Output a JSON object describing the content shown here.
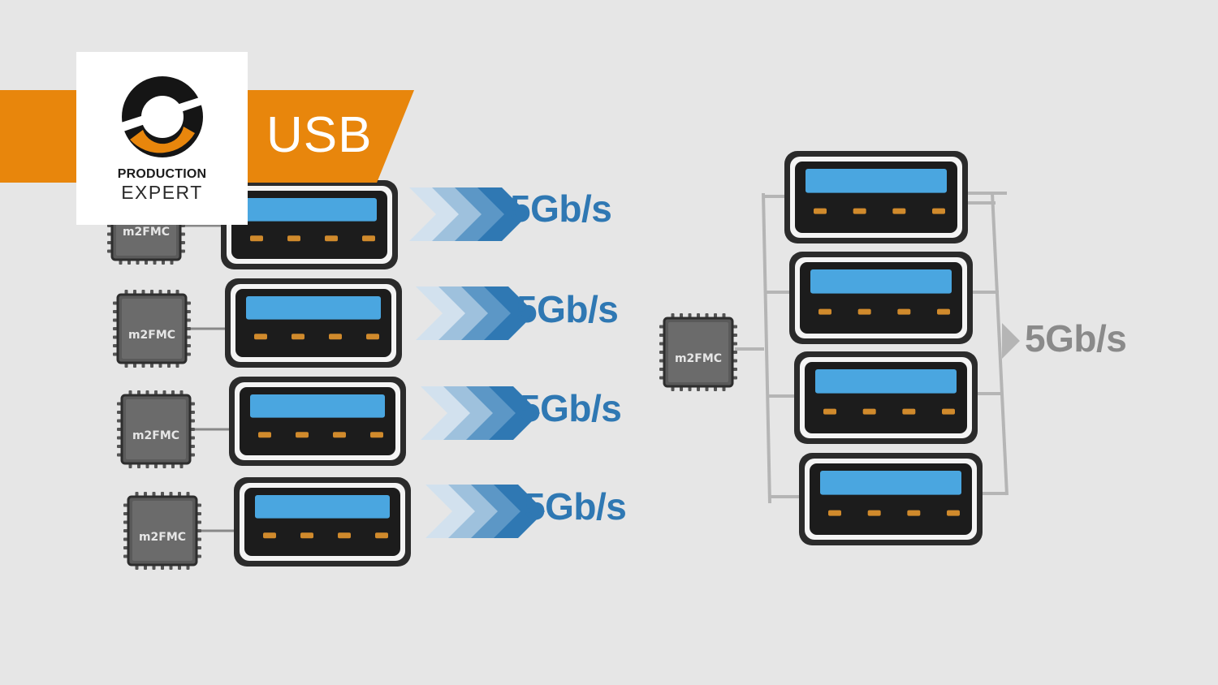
{
  "brand": {
    "line1": "PRODUCTION",
    "line2": "EXPERT",
    "tag": "USB",
    "colors": {
      "orange": "#e8860c",
      "logo_dark": "#151515",
      "white": "#ffffff"
    }
  },
  "left_group": {
    "rows": [
      {
        "chip_label": "m2FMC",
        "speed": "5Gb/s"
      },
      {
        "chip_label": "m2FMC",
        "speed": "5Gb/s"
      },
      {
        "chip_label": "m2FMC",
        "speed": "5Gb/s"
      },
      {
        "chip_label": "m2FMC",
        "speed": "5Gb/s"
      }
    ]
  },
  "right_group": {
    "chip_label": "m2FMC",
    "port_count": 4,
    "shared_speed": "5Gb/s"
  },
  "colors": {
    "background": "#e6e6e6",
    "speed_blue": "#2f78b3",
    "speed_gray": "#8a8a8a",
    "port_blue": "#4aa6e0",
    "pin_orange": "#d08a2c",
    "arrow_dark": "#2f78b3"
  }
}
